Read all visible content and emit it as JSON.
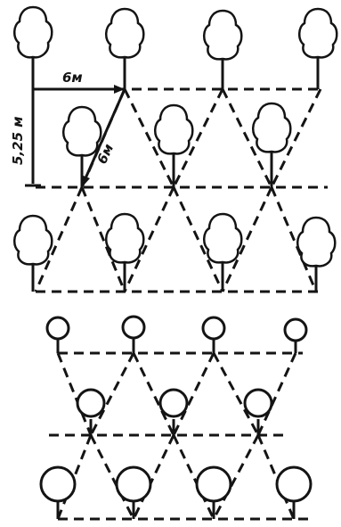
{
  "diagram": {
    "dimension_labels": {
      "horizontal_spacing": "6м",
      "diagonal_spacing": "6м",
      "row_spacing": "5,25 м"
    },
    "ink_color": "#141414",
    "background_color": "#ffffff",
    "top_scheme": {
      "style": "deciduous-tree-symbols",
      "pattern": "triangular-staggered",
      "rows": [
        4,
        3,
        4
      ]
    },
    "bottom_scheme": {
      "style": "circle-symbols",
      "pattern": "triangular-staggered",
      "rows": [
        4,
        3,
        4
      ]
    }
  }
}
